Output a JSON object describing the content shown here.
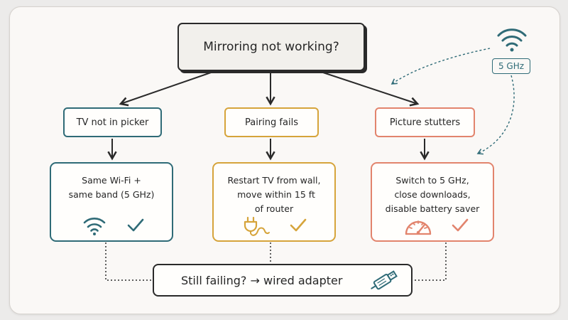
{
  "root": {
    "label": "Mirroring not working?"
  },
  "badge": {
    "label": "5 GHz"
  },
  "branches": [
    {
      "title": "TV not in picker",
      "detail": [
        "Same Wi-Fi +",
        "same band (5 GHz)"
      ],
      "icon": "wifi-icon",
      "color": "#2f6b77"
    },
    {
      "title": "Pairing fails",
      "detail": [
        "Restart TV from wall,",
        "move within 15 ft",
        "of router"
      ],
      "icon": "plug-icon",
      "color": "#d6a43b"
    },
    {
      "title": "Picture stutters",
      "detail": [
        "Switch to 5 GHz,",
        "close downloads,",
        "disable battery saver"
      ],
      "icon": "speedometer-icon",
      "color": "#e2846d"
    }
  ],
  "fallback": {
    "label": "Still failing? → wired adapter",
    "icon": "usb-adapter-icon"
  },
  "colors": {
    "ink": "#2a2a2a",
    "teal": "#2f6b77",
    "gold": "#d6a43b",
    "coral": "#e2846d"
  }
}
